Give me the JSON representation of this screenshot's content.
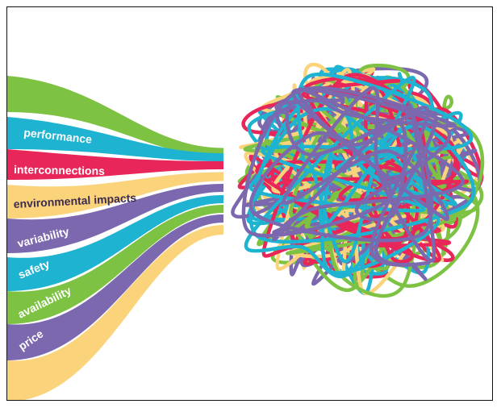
{
  "colors": {
    "green": "#7dc242",
    "blue": "#1fb3d2",
    "red": "#e8265a",
    "yellow": "#fbd37a",
    "purple": "#7b68ae",
    "dark_text": "#3b2b4f",
    "light_text": "#ffffff"
  },
  "ribbons": [
    {
      "id": "green-top",
      "color": "green",
      "label": ""
    },
    {
      "id": "performance",
      "color": "blue",
      "label": "performance"
    },
    {
      "id": "interconnections",
      "color": "red",
      "label": "interconnections"
    },
    {
      "id": "environmental-impacts",
      "color": "yellow",
      "label": "environmental impacts"
    },
    {
      "id": "variability",
      "color": "purple",
      "label": "variability"
    },
    {
      "id": "safety",
      "color": "blue",
      "label": "safety"
    },
    {
      "id": "availability",
      "color": "green",
      "label": "availability"
    },
    {
      "id": "price",
      "color": "purple",
      "label": "price"
    },
    {
      "id": "yellow-bottom",
      "color": "yellow",
      "label": ""
    }
  ],
  "tangle_colors": [
    "yellow",
    "green",
    "red",
    "blue",
    "purple"
  ]
}
